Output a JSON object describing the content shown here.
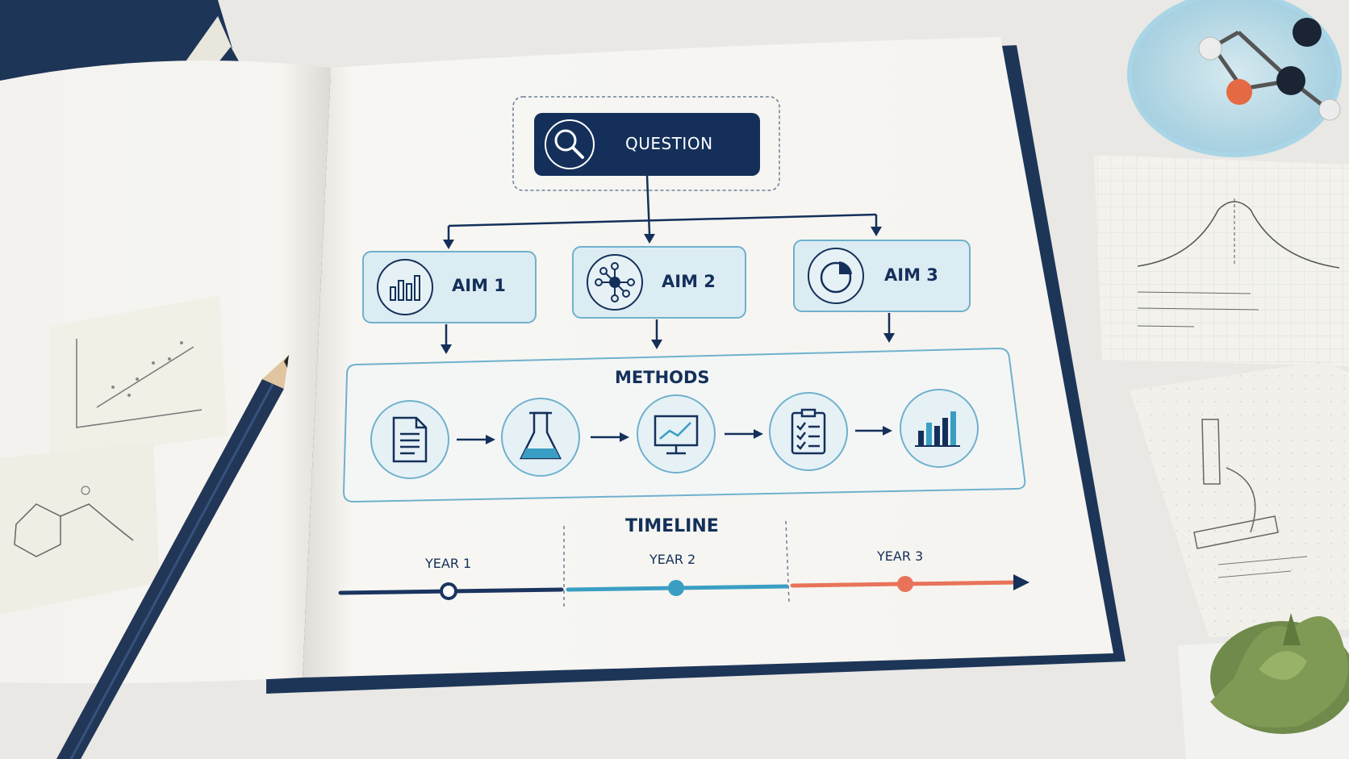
{
  "diagram": {
    "question": {
      "label": "QUESTION",
      "icon": "magnifier-icon"
    },
    "aims": [
      {
        "label": "AIM 1",
        "icon": "bar-chart-icon"
      },
      {
        "label": "AIM 2",
        "icon": "network-icon"
      },
      {
        "label": "AIM 3",
        "icon": "pie-chart-icon"
      }
    ],
    "methods": {
      "label": "METHODS",
      "steps": [
        {
          "icon": "document-icon"
        },
        {
          "icon": "flask-icon"
        },
        {
          "icon": "monitor-chart-icon"
        },
        {
          "icon": "checklist-icon"
        },
        {
          "icon": "bar-chart-icon"
        }
      ]
    },
    "timeline": {
      "label": "TIMELINE",
      "years": [
        {
          "label": "YEAR 1",
          "color": "#1b3560"
        },
        {
          "label": "YEAR 2",
          "color": "#3a9ec4"
        },
        {
          "label": "YEAR 3",
          "color": "#e8735a"
        }
      ]
    }
  },
  "colors": {
    "navy": "#14305a",
    "aim_fill": "#dcecf3",
    "aim_border": "#6fb1cd",
    "icon_circle": "#e6f1f6"
  }
}
